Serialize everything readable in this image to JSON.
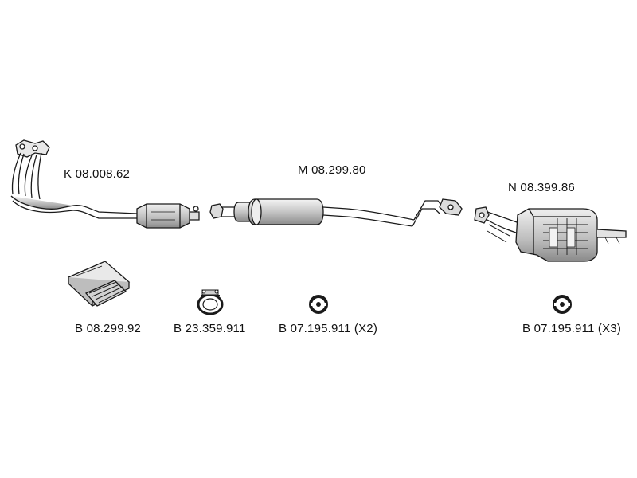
{
  "parts": {
    "front_pipe": {
      "code": "K 08.008.62"
    },
    "middle_silencer": {
      "code": "M 08.299.80"
    },
    "rear_silencer": {
      "code": "N 08.399.86"
    },
    "mounting_kit": {
      "code": "B 08.299.92"
    },
    "clamp": {
      "code": "B 23.359.911"
    },
    "rubber_ring_a": {
      "code": "B 07.195.911 (X2)"
    },
    "rubber_ring_b": {
      "code": "B 07.195.911 (X3)"
    }
  },
  "colors": {
    "line": "#1a1a1a",
    "fill_light": "#e6e6e6",
    "fill_mid": "#c8c8c8",
    "fill_dark": "#9a9a9a"
  }
}
